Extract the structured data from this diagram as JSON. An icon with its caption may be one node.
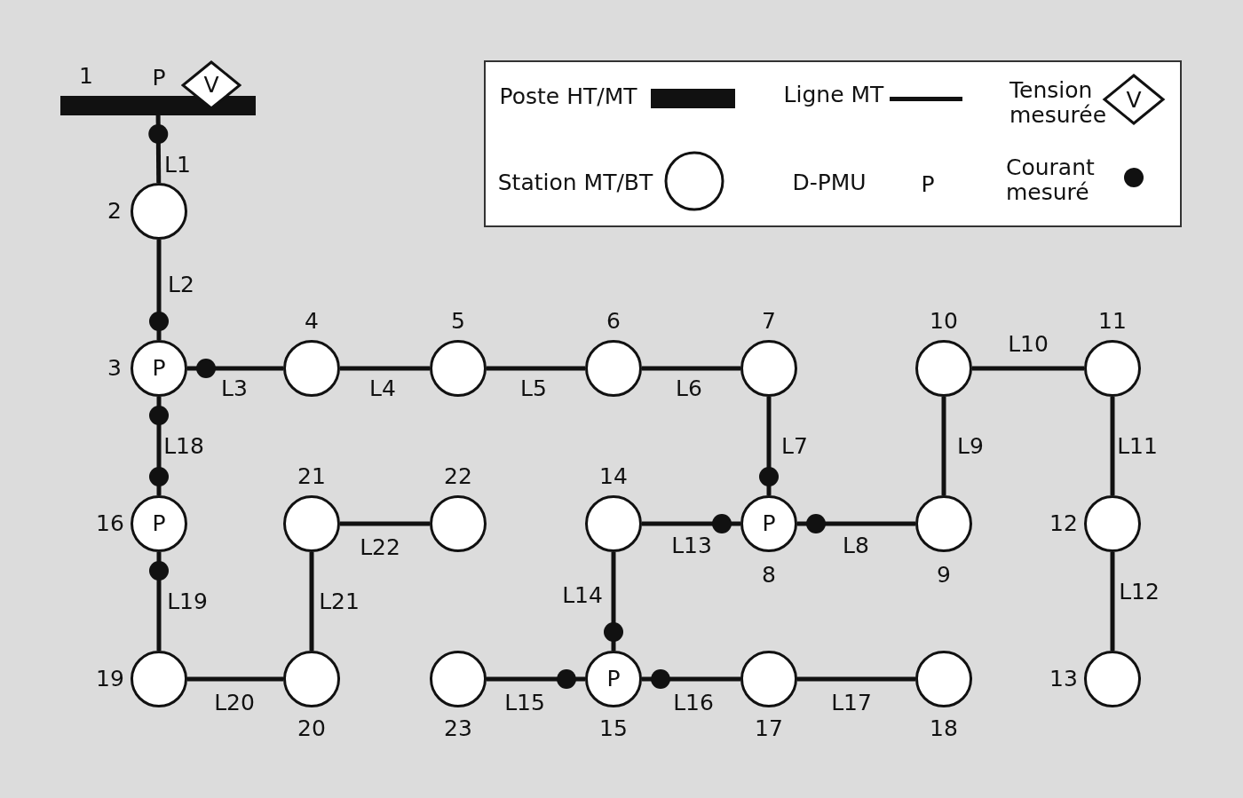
{
  "diagram": {
    "nodes": [
      {
        "text": [],
        "shape": "bar",
        "beside": [
          "1",
          "P"
        ]
      },
      {
        "text": [
          "V"
        ]
      },
      {
        "text": [],
        "shape": "circle",
        "beside": [
          "2"
        ]
      },
      {
        "text": [
          "P"
        ],
        "beside": [
          "3"
        ]
      },
      {
        "text": [],
        "shape": "circle",
        "beside": [
          "4"
        ]
      },
      {
        "text": [],
        "shape": "circle",
        "beside": [
          "5"
        ]
      },
      {
        "text": [],
        "shape": "circle",
        "beside": [
          "6"
        ]
      },
      {
        "text": [],
        "shape": "circle",
        "beside": [
          "7"
        ]
      },
      {
        "text": [
          "P"
        ],
        "beside": [
          "8"
        ]
      },
      {
        "text": [],
        "shape": "circle",
        "beside": [
          "9"
        ]
      },
      {
        "text": [],
        "shape": "circle",
        "beside": [
          "10"
        ]
      },
      {
        "text": [],
        "shape": "circle",
        "beside": [
          "11"
        ]
      },
      {
        "text": [],
        "shape": "circle",
        "beside": [
          "12"
        ]
      },
      {
        "text": [],
        "shape": "circle",
        "beside": [
          "13"
        ]
      },
      {
        "text": [],
        "shape": "circle",
        "beside": [
          "14"
        ]
      },
      {
        "text": [
          "P"
        ],
        "beside": [
          "15"
        ]
      },
      {
        "text": [
          "P"
        ],
        "beside": [
          "16"
        ]
      },
      {
        "text": [],
        "shape": "circle",
        "beside": [
          "17"
        ]
      },
      {
        "text": [],
        "shape": "circle",
        "beside": [
          "18"
        ]
      },
      {
        "text": [],
        "shape": "circle",
        "beside": [
          "19"
        ]
      },
      {
        "text": [],
        "shape": "circle",
        "beside": [
          "20"
        ]
      },
      {
        "text": [],
        "shape": "circle",
        "beside": [
          "21"
        ]
      },
      {
        "text": [],
        "shape": "circle",
        "beside": [
          "22"
        ]
      },
      {
        "text": [],
        "shape": "circle",
        "beside": [
          "23"
        ]
      }
    ],
    "edges": [
      {
        "from": 0,
        "to": 2,
        "arrow": "other",
        "label": "L1"
      },
      {
        "from": 2,
        "to": 3,
        "arrow": "other",
        "label": "L2"
      },
      {
        "from": 3,
        "to": 4,
        "arrow": "other",
        "label": "L3"
      },
      {
        "from": 4,
        "to": 5,
        "arrow": "none",
        "label": "L4"
      },
      {
        "from": 5,
        "to": 6,
        "arrow": "none",
        "label": "L5"
      },
      {
        "from": 6,
        "to": 7,
        "arrow": "none",
        "label": "L6"
      },
      {
        "from": 7,
        "to": 8,
        "arrow": "other",
        "label": "L7"
      },
      {
        "from": 8,
        "to": 9,
        "arrow": "other",
        "label": "L8"
      },
      {
        "from": 9,
        "to": 10,
        "arrow": "none",
        "label": "L9"
      },
      {
        "from": 10,
        "to": 11,
        "arrow": "none",
        "label": "L10"
      },
      {
        "from": 11,
        "to": 12,
        "arrow": "none",
        "label": "L11"
      },
      {
        "from": 12,
        "to": 13,
        "arrow": "none",
        "label": "L12"
      },
      {
        "from": 14,
        "to": 8,
        "arrow": "other",
        "label": "L13"
      },
      {
        "from": 14,
        "to": 15,
        "arrow": "other",
        "label": "L14"
      },
      {
        "from": 23,
        "to": 15,
        "arrow": "other",
        "label": "L15"
      },
      {
        "from": 15,
        "to": 17,
        "arrow": "other",
        "label": "L16"
      },
      {
        "from": 17,
        "to": 18,
        "arrow": "none",
        "label": "L17"
      },
      {
        "from": 3,
        "to": 16,
        "arrow": "other",
        "label": "L18"
      },
      {
        "from": 16,
        "to": 19,
        "arrow": "other",
        "label": "L19"
      },
      {
        "from": 19,
        "to": 20,
        "arrow": "none",
        "label": "L20"
      },
      {
        "from": 20,
        "to": 21,
        "arrow": "none",
        "label": "L21"
      },
      {
        "from": 21,
        "to": 22,
        "arrow": "none",
        "label": "L22"
      }
    ],
    "labels": [
      "V",
      "P"
    ],
    "legend": [
      {
        "text": "Poste HT/MT"
      },
      {
        "text": "Ligne MT"
      },
      {
        "text": "Tension mesurée"
      },
      {
        "text": "Station MT/BT"
      },
      {
        "text": "D-PMU"
      },
      {
        "text": "Courant mesuré"
      }
    ]
  }
}
